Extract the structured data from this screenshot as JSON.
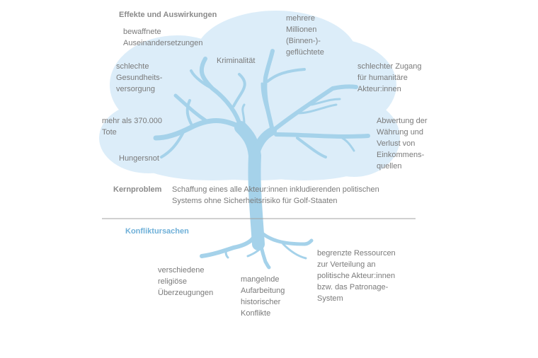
{
  "colors": {
    "cloud": "#dcedf9",
    "tree": "#a5d2ea",
    "text": "#7a7a7a",
    "causes_heading": "#6fb0d8",
    "divider": "#a0a0a0"
  },
  "effects": {
    "heading": "Effekte und Auswirkungen",
    "items": [
      "bewaffnete\nAuseinandersetzungen",
      "Kriminalität",
      "mehrere\nMillionen\n(Binnen-)-\ngeflüchtete",
      "schlechte\nGesundheits-\nversorgung",
      "schlechter Zugang\nfür humanitäre\nAkteur:innen",
      "mehr als 370.000\nTote",
      "Abwertung der\nWährung und\nVerlust von\nEinkommens-\nquellen",
      "Hungersnot"
    ]
  },
  "core": {
    "heading": "Kernproblem",
    "text": "Schaffung eines alle Akteur:innen inkludierenden politischen\nSystems ohne Sicherheitsrisiko für Golf-Staaten"
  },
  "causes": {
    "heading": "Konfliktursachen",
    "items": [
      "verschiedene\nreligiöse\nÜberzeugungen",
      "mangelnde\nAufarbeitung\nhistorischer\nKonflikte",
      "begrenzte Ressourcen\nzur Verteilung an\npolitische Akteur:innen\nbzw. das Patronage-\nSystem"
    ]
  }
}
